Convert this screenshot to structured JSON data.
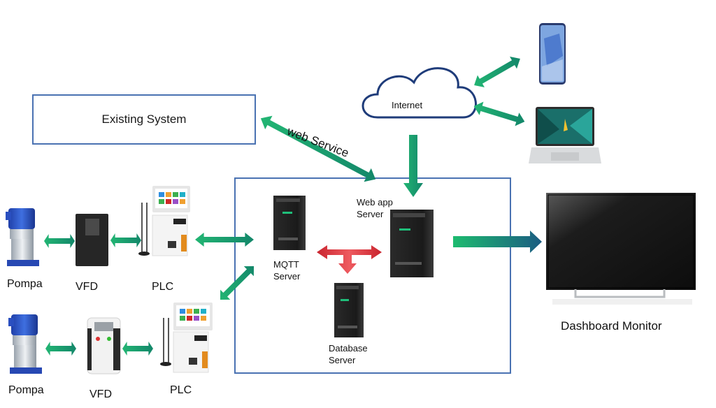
{
  "title": "Pump monitoring system architecture",
  "existing_system": {
    "label": "Existing System"
  },
  "internet": {
    "label": "Internet"
  },
  "web_service": {
    "label": "web Service"
  },
  "servers": {
    "mqtt": {
      "line1": "MQTT",
      "line2": "Server"
    },
    "webapp": {
      "line1": "Web app",
      "line2": "Server"
    },
    "database": {
      "line1": "Database",
      "line2": "Server"
    }
  },
  "field_rows": [
    {
      "pump": "Pompa",
      "vfd": "VFD",
      "plc": "PLC"
    },
    {
      "pump": "Pompa",
      "vfd": "VFD",
      "plc": "PLC"
    }
  ],
  "clients": {
    "phone": "smartphone",
    "laptop": "laptop"
  },
  "dashboard": {
    "label": "Dashboard Monitor"
  },
  "colors": {
    "box_border": "#4a72b2",
    "cloud_border": "#1f3c7a",
    "arrow_green": "#1faa6e",
    "arrow_red": "#d8303a",
    "arrow_teal": "#1d6a80"
  }
}
